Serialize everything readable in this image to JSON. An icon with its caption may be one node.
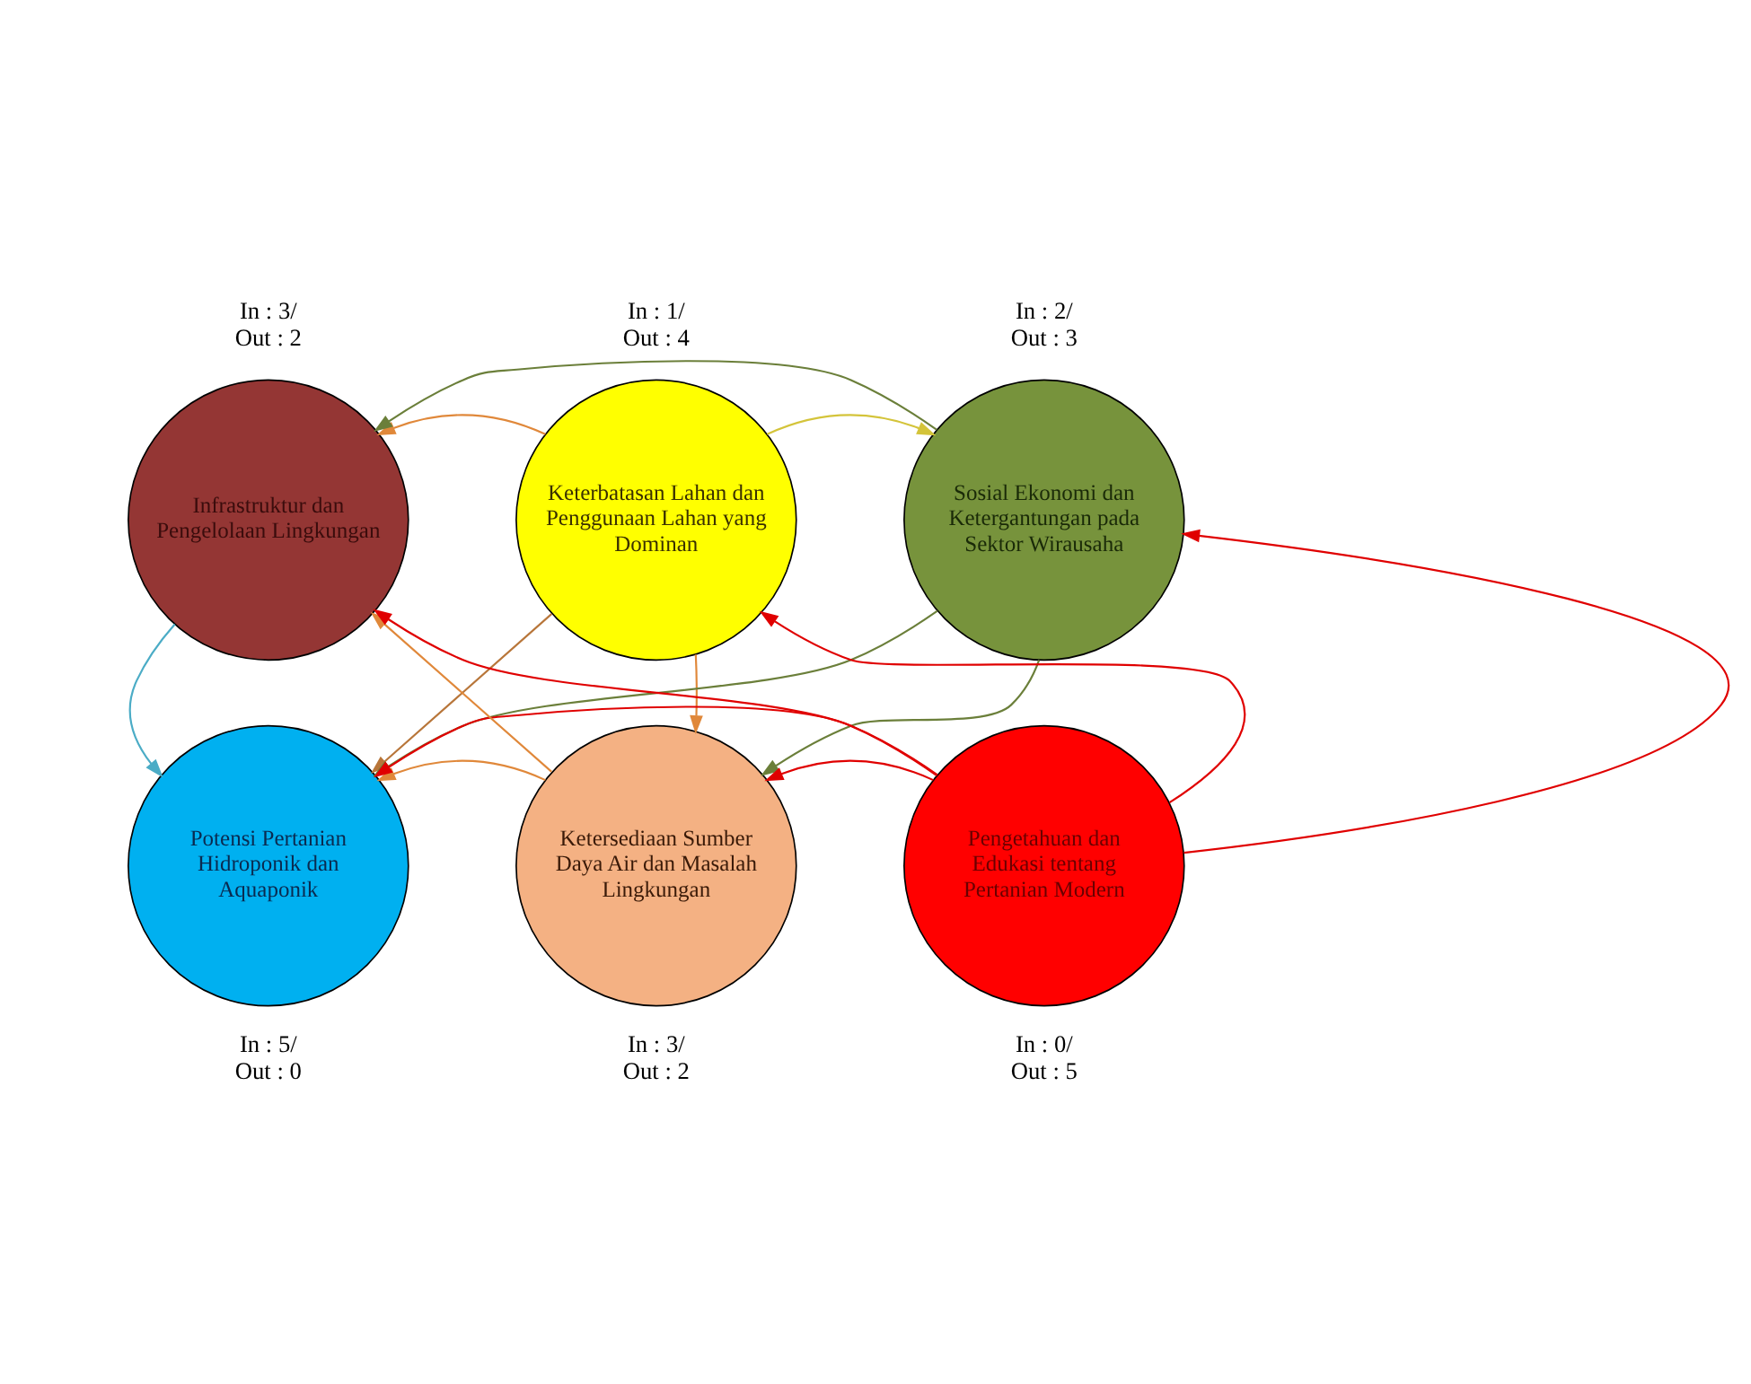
{
  "diagram": {
    "nodes": [
      {
        "text": [
          "Infrastruktur dan Pengelolaan Lingkungan"
        ],
        "beside": [
          "In : 3/ Out : 2"
        ]
      },
      {
        "text": [
          "Keterbatasan Lahan dan Penggunaan Lahan yang Dominan"
        ],
        "beside": [
          "In : 1/ Out : 4"
        ]
      },
      {
        "text": [
          "Sosial Ekonomi dan Ketergantungan pada Sektor Wirausaha"
        ],
        "beside": [
          "In : 2/ Out : 3"
        ]
      },
      {
        "text": [
          "Potensi Pertanian Hidroponik dan Aquaponik"
        ],
        "beside": [
          "In : 5/ Out : 0"
        ]
      },
      {
        "text": [
          "Ketersediaan Sumber Daya Air dan Masalah Lingkungan"
        ],
        "beside": [
          "In : 3/ Out : 2"
        ]
      },
      {
        "text": [
          "Pengetahuan dan Edukasi tentang Pertanian Modern"
        ],
        "beside": [
          "In : 0/ Out : 5"
        ]
      }
    ],
    "edges": [
      {
        "from": 1,
        "to": 2,
        "arrow": "to",
        "color": "#d4c43a"
      },
      {
        "from": 1,
        "to": 0,
        "arrow": "to",
        "color": "#e0883a"
      },
      {
        "from": 1,
        "to": 3,
        "arrow": "to",
        "color": "#b8763a"
      },
      {
        "from": 1,
        "to": 4,
        "arrow": "to",
        "color": "#e0883a"
      },
      {
        "from": 2,
        "to": 0,
        "arrow": "to",
        "color": "#6b7f3a"
      },
      {
        "from": 2,
        "to": 3,
        "arrow": "to",
        "color": "#6b7f3a"
      },
      {
        "from": 2,
        "to": 4,
        "arrow": "to",
        "color": "#6b7f3a"
      },
      {
        "from": 4,
        "to": 3,
        "arrow": "to",
        "color": "#e0883a"
      },
      {
        "from": 4,
        "to": 0,
        "arrow": "to",
        "color": "#e0883a"
      },
      {
        "from": 0,
        "to": 3,
        "arrow": "to",
        "color": "#4bacc6"
      },
      {
        "from": 5,
        "to": 4,
        "arrow": "to",
        "color": "#e00000"
      },
      {
        "from": 5,
        "to": 0,
        "arrow": "to",
        "color": "#e00000"
      },
      {
        "from": 5,
        "to": 1,
        "arrow": "to",
        "color": "#e00000"
      },
      {
        "from": 5,
        "to": 2,
        "arrow": "to",
        "color": "#e00000"
      },
      {
        "from": 5,
        "to": 3,
        "arrow": "to",
        "color": "#e00000"
      }
    ]
  }
}
